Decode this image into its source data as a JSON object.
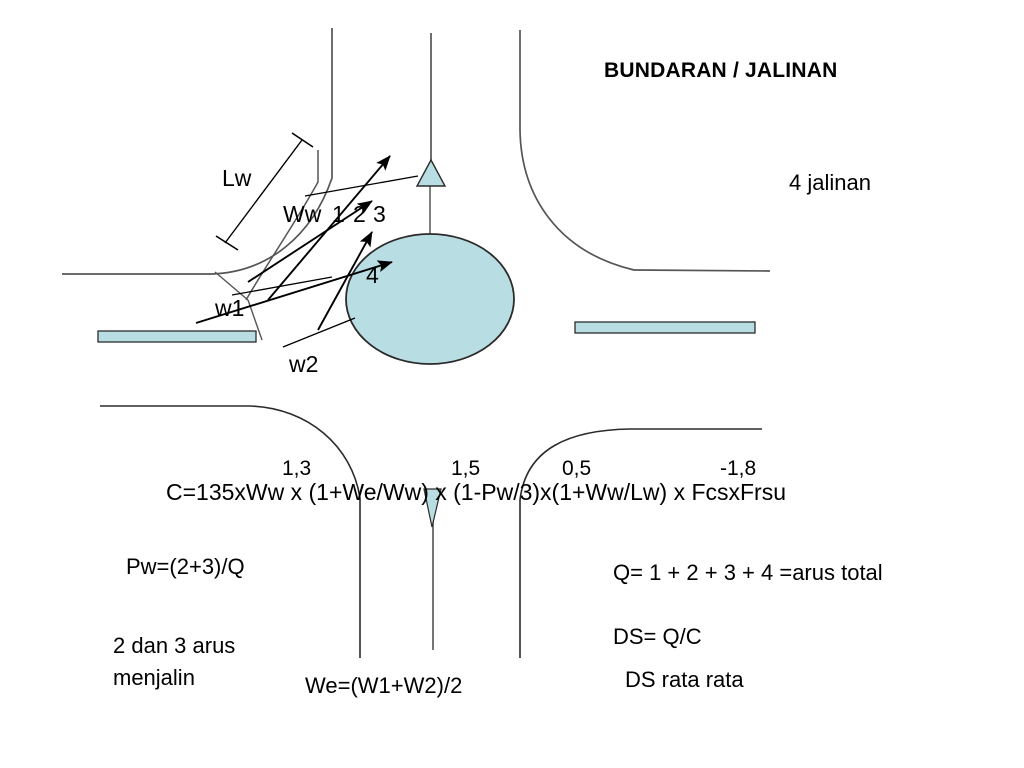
{
  "slide": {
    "title": "BUNDARAN / JALINAN",
    "subtitle": "4 jalinan"
  },
  "colors": {
    "island_fill": "#b8dee3",
    "island_stroke": "#2b2b2b",
    "road_line": "#555555",
    "text": "#000000"
  },
  "upper_diagram": {
    "dimension_labels": [
      {
        "id": "lw",
        "text": "Lw"
      },
      {
        "id": "ww",
        "text": "Ww"
      },
      {
        "id": "w1",
        "text": "w1"
      },
      {
        "id": "w2",
        "text": "w2"
      }
    ],
    "flow_labels": [
      {
        "id": "flow-1",
        "text": "1"
      },
      {
        "id": "flow-2",
        "text": "2"
      },
      {
        "id": "flow-3",
        "text": "3"
      },
      {
        "id": "flow-4",
        "text": "4"
      }
    ]
  },
  "formula": {
    "main": "C=135xWw x (1+We/Ww) x (1-Pw/3)x(1+Ww/Lw) x FcsxFrsu",
    "exponents": [
      {
        "id": "exp-1",
        "value": "1,3"
      },
      {
        "id": "exp-2",
        "value": "1,5"
      },
      {
        "id": "exp-3",
        "value": "0,5"
      },
      {
        "id": "exp-4",
        "value": "-1,8"
      }
    ]
  },
  "notes": {
    "pw": "Pw=(2+3)/Q",
    "weaving": "2 dan 3 arus",
    "weaving2": "menjalin",
    "we": "We=(W1+W2)/2",
    "q_total": "Q= 1 + 2 + 3 + 4 =arus total",
    "ds": "DS= Q/C",
    "ds_avg": "DS rata rata"
  }
}
